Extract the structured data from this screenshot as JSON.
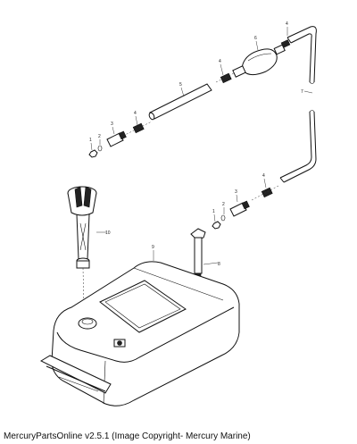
{
  "footer": {
    "text": "MercuryPartsOnline v2.5.1 (Image Copyright- Mercury Marine)"
  },
  "callouts": {
    "p1_left": "1",
    "p1_right": "1",
    "p2_left": "2",
    "p2_right": "2",
    "p3_left": "3",
    "p3_right": "3",
    "p4_top": "4",
    "p4_mid": "4",
    "p4_left": "4",
    "p4_right": "4",
    "p5": "5",
    "p6": "6",
    "p7": "7",
    "p8": "8",
    "p9": "9",
    "p10": "10"
  }
}
